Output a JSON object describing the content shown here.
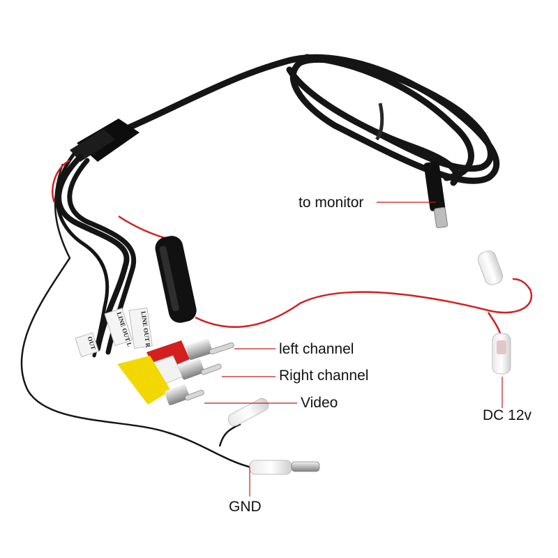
{
  "labels": {
    "to_monitor": "to monitor",
    "left_channel": "left channel",
    "right_channel": "Right channel",
    "video": "Video",
    "dc_12v": "DC 12v",
    "gnd": "GND"
  },
  "tags": {
    "tag_1": "LINE OUT R",
    "tag_2": "LINE OUT L",
    "tag_3": "OUT"
  },
  "colors": {
    "cable": "#151515",
    "red_wire": "#d02020",
    "leader_line": "#c81818",
    "rca_red": "#d31f1f",
    "rca_white": "#f2f2f2",
    "rca_yellow": "#f2d800",
    "metal": "#c9c9c9"
  }
}
